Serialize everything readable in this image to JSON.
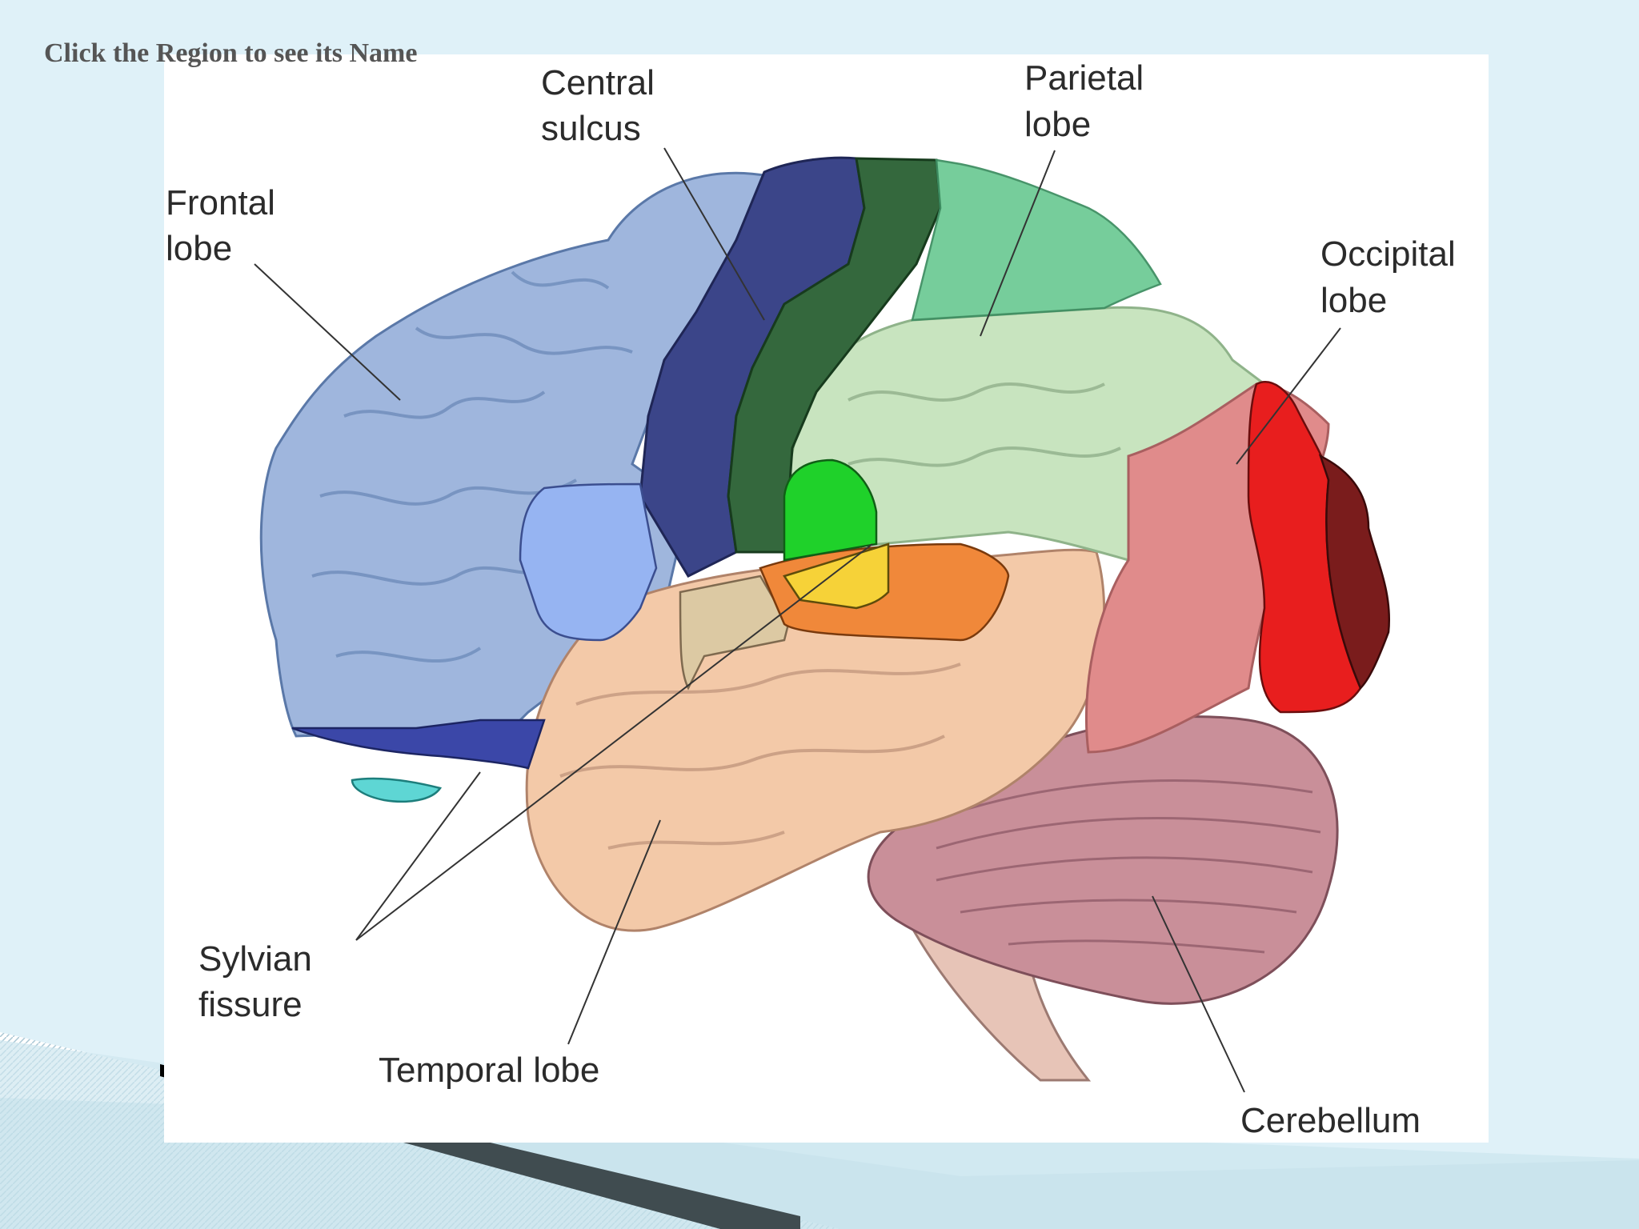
{
  "instruction": "Click the Region to see its Name",
  "labels": {
    "frontal_1": "Frontal",
    "frontal_2": "lobe",
    "central_1": "Central",
    "central_2": "sulcus",
    "parietal_1": "Parietal",
    "parietal_2": "lobe",
    "occipital_1": "Occipital",
    "occipital_2": "lobe",
    "sylvian_1": "Sylvian",
    "sylvian_2": "fissure",
    "temporal": "Temporal lobe",
    "cerebellum": "Cerebellum"
  },
  "colors": {
    "page_bg": "#dff1f8",
    "frontal": "#9fb6dd",
    "temporal": "#f3c9a8",
    "cerebellum": "#c98f99",
    "premotor": "#3b4589",
    "motor": "#34683d",
    "somatosensory": "#6fcb96",
    "parietal": "#c8e4bf",
    "occipital_assoc": "#e08b8b",
    "visual_primary": "#e81e1e",
    "visual_secondary": "#7a1c1c",
    "broca": "#96b4f2",
    "wernicke": "#f0883a",
    "angular": "#f6d238",
    "supramarginal": "#1fd12a",
    "auditory": "#dcc9a3",
    "orbitofrontal": "#3b47a8",
    "olfactory": "#5ed6d4"
  }
}
